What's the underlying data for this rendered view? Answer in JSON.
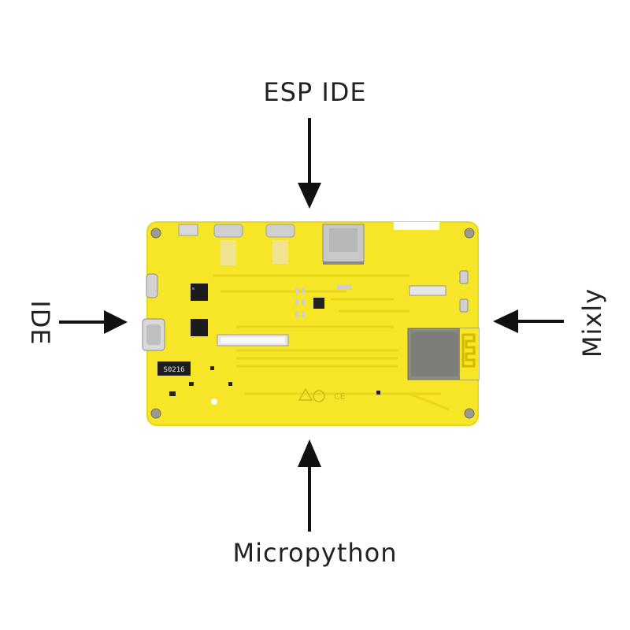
{
  "labels": {
    "top": "ESP IDE",
    "bottom": "Micropython",
    "left": "IDE",
    "right": "Mixly"
  },
  "board": {
    "chip_label": "S0216",
    "marks": [
      "CE"
    ]
  },
  "colors": {
    "pcb": "#f7e627",
    "pcb_dark": "#e3d01a",
    "text": "#222222",
    "arrow": "#111111",
    "module": "#8a8a86"
  }
}
